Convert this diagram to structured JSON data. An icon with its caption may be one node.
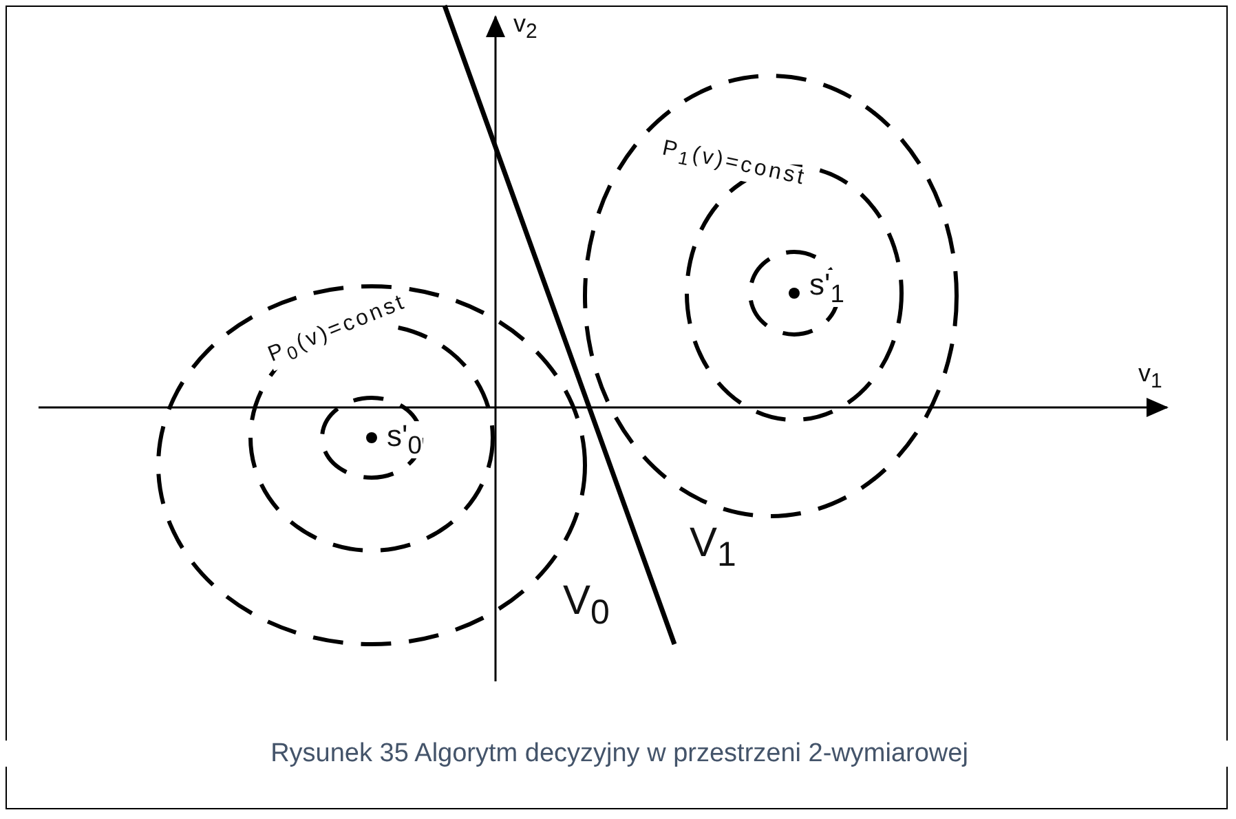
{
  "diagram": {
    "caption": "Rysunek 35 Algorytm decyzyjny w przestrzeni 2-wymiarowej",
    "labels": [
      "v$_{2}$",
      "P$_{1}$(v)=const",
      "s'$_{1}$",
      "v$_{1}$",
      "P$_{0}$(v)=const",
      "s'$_{0}$",
      "V$_{0}$",
      "V$_{1}$"
    ]
  }
}
